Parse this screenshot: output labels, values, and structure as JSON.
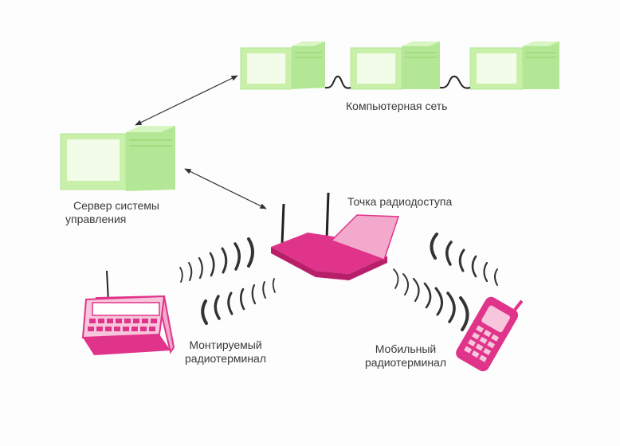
{
  "labels": {
    "network": "Компьютерная сеть",
    "server_line1": "Сервер системы",
    "server_line2": "управления",
    "access_point": "Точка радиодоступа",
    "mounted_line1": "Монтируемый",
    "mounted_line2": "радиотерминал",
    "mobile_line1": "Мобильный",
    "mobile_line2": "радиотерминал"
  },
  "colors": {
    "computer_green": "#c8f0a8",
    "computer_green_dark": "#a9e289",
    "screen": "#f3fbe9",
    "device_pink": "#e0338a",
    "device_pink_light": "#f3a9cc",
    "wave": "#333333"
  }
}
